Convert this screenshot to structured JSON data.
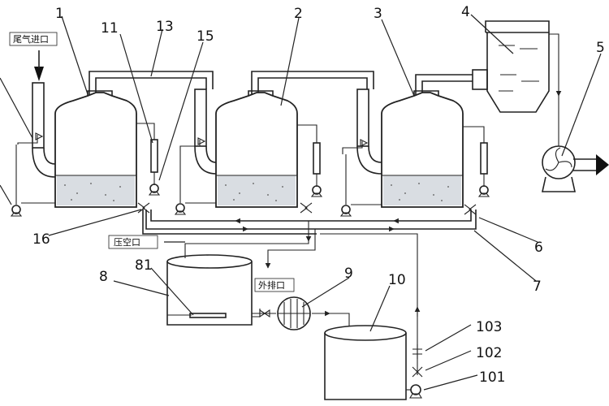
{
  "labels": {
    "exhaust_inlet": "尾气进口",
    "compressed_air_inlet": "压空口",
    "drain_outlet": "外排口"
  },
  "numbers": {
    "n1": "1",
    "n2": "2",
    "n3": "3",
    "n4": "4",
    "n5": "5",
    "n6": "6",
    "n7": "7",
    "n8": "8",
    "n9": "9",
    "n10": "10",
    "n11": "11",
    "n13": "13",
    "n15": "15",
    "n16": "16",
    "n81": "81",
    "n101": "101",
    "n102": "102",
    "n103": "103"
  }
}
